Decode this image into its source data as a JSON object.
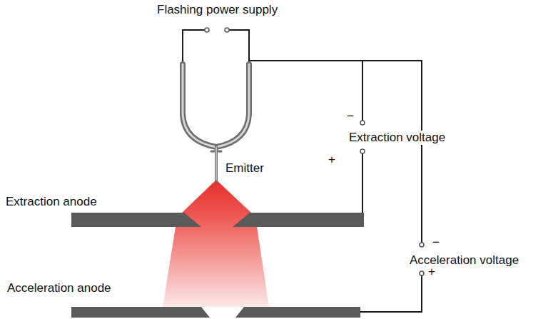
{
  "diagram": {
    "labels": [
      "Flashing power supply",
      "−",
      "+",
      "Extraction voltage",
      "Emitter",
      "Extraction anode",
      "−",
      "+",
      "Acceleration voltage",
      "Acceleration anode"
    ]
  }
}
